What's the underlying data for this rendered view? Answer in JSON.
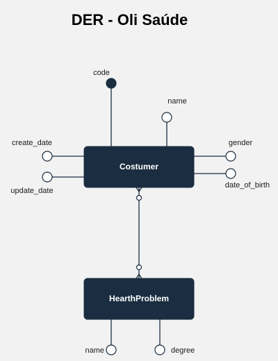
{
  "title": "DER - Oli Saúde",
  "colors": {
    "background": "#f2f2f2",
    "entity_fill": "#1b2d40",
    "line": "#1b2d40",
    "key_attribute_fill": "#1b2d40",
    "attribute_fill": "#ffffff"
  },
  "entities": [
    {
      "id": "costumer",
      "label": "Costumer",
      "attributes": [
        {
          "label": "code",
          "key": true
        },
        {
          "label": "name",
          "key": false
        },
        {
          "label": "create_date",
          "key": false
        },
        {
          "label": "update_date",
          "key": false
        },
        {
          "label": "gender",
          "key": false
        },
        {
          "label": "date_of_birth",
          "key": false
        }
      ]
    },
    {
      "id": "hearthproblem",
      "label": "HearthProblem",
      "attributes": [
        {
          "label": "name",
          "key": false
        },
        {
          "label": "degree",
          "key": false
        }
      ]
    }
  ],
  "relationship": {
    "from": "Costumer",
    "to": "HearthProblem",
    "from_cardinality": "zero-or-many",
    "to_cardinality": "zero-or-many"
  }
}
